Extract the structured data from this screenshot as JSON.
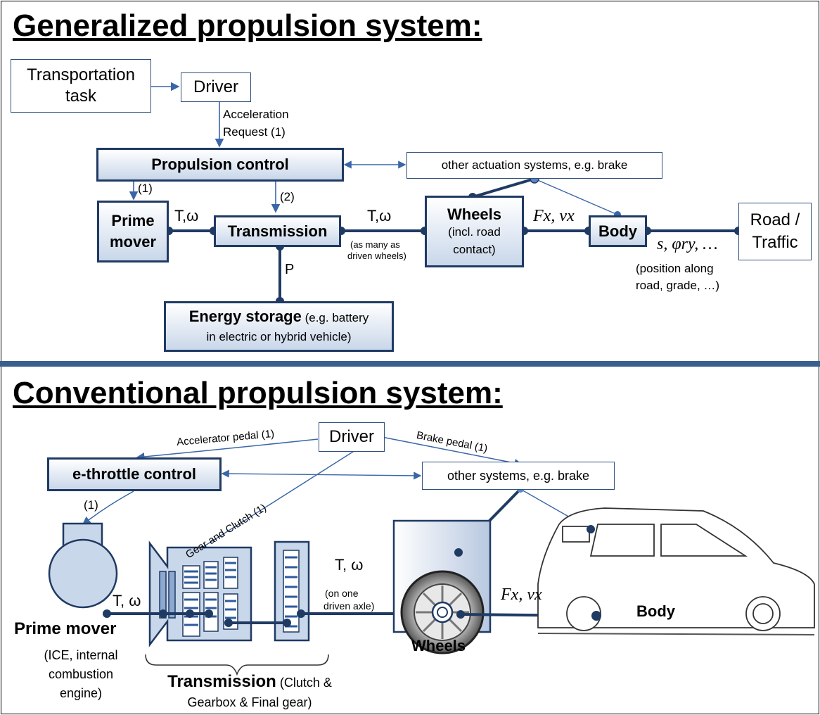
{
  "top": {
    "title": "Generalized propulsion system:",
    "transport_task": "Transportation task",
    "driver": "Driver",
    "accel_request_line1": "Acceleration",
    "accel_request_line2": "Request (1)",
    "propulsion_control": "Propulsion control",
    "other_actuation": "other actuation systems, e.g. brake",
    "label_1": "(1)",
    "label_2": "(2)",
    "prime_mover_line1": "Prime",
    "prime_mover_line2": "mover",
    "t_omega_1": "T,ω",
    "transmission": "Transmission",
    "t_omega_2": "T,ω",
    "many_wheels_line1": "(as many as",
    "many_wheels_line2": "driven wheels)",
    "wheels_title": "Wheels",
    "wheels_sub1": "(incl. road",
    "wheels_sub2": "contact)",
    "fx_vx": "Fx, vx",
    "body": "Body",
    "s_phi": "s, φry, …",
    "road_line1": "Road /",
    "road_line2": "Traffic",
    "pos_line1": "(position along",
    "pos_line2": "road, grade, …)",
    "p_label": "P",
    "energy_title": "Energy storage",
    "energy_rest1": " (e.g. battery",
    "energy_rest2": "in electric or hybrid vehicle)"
  },
  "bottom": {
    "title": "Conventional propulsion system:",
    "driver": "Driver",
    "accel_pedal": "Accelerator pedal (1)",
    "brake_pedal": "Brake pedal (1)",
    "throttle": "e-throttle control",
    "other_systems": "other systems, e.g. brake",
    "gear_clutch": "Gear and Clutch (1)",
    "label_1": "(1)",
    "t_omega_1": "T, ω",
    "t_omega_2": "T, ω",
    "one_axle_line1": "(on one",
    "one_axle_line2": "driven axle)",
    "fx_vx": "Fx, vx",
    "body": "Body",
    "wheels": "Wheels",
    "prime_mover": "Prime mover",
    "pm_sub1": "(ICE, internal",
    "pm_sub2": "combustion",
    "pm_sub3": "engine)",
    "transmission_title": "Transmission",
    "transmission_rest1": " (Clutch &",
    "transmission_rest2": "Gearbox & Final gear)"
  },
  "colors": {
    "line": "#1f3a63",
    "thin": "#3a66a8",
    "fill": "#c9d7ea"
  }
}
